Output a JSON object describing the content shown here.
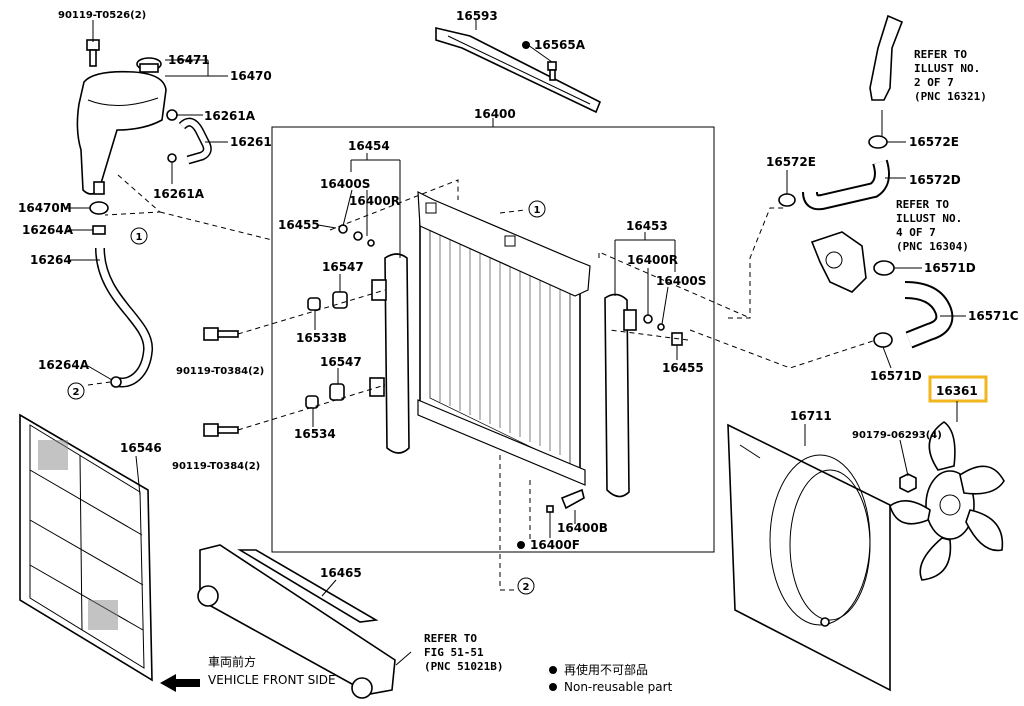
{
  "labels": {
    "p90119_t0526": "90119-T0526(2)",
    "p16471": "16471",
    "p16470": "16470",
    "p16261a_top": "16261A",
    "p16261": "16261",
    "p16261a_bot": "16261A",
    "p16470m": "16470M",
    "p16264a_top": "16264A",
    "p16264": "16264",
    "p16264a_bot": "16264A",
    "p16593": "16593",
    "p16565a": "16565A",
    "p16400": "16400",
    "p16454": "16454",
    "p16400s_l": "16400S",
    "p16400r_l": "16400R",
    "p16455_l": "16455",
    "p16547_top": "16547",
    "p16533b": "16533B",
    "p16547_bot": "16547",
    "p16534": "16534",
    "p90119_t0384_top": "90119-T0384(2)",
    "p90119_t0384_bot": "90119-T0384(2)",
    "p16453": "16453",
    "p16400r_r": "16400R",
    "p16400s_r": "16400S",
    "p16455_r": "16455",
    "p16400b": "16400B",
    "p16400f": "16400F",
    "p16546": "16546",
    "p16465": "16465",
    "p16572e_top": "16572E",
    "p16572e_left": "16572E",
    "p16572d": "16572D",
    "p16571d_top": "16571D",
    "p16571c": "16571C",
    "p16571d_bot": "16571D",
    "p16711": "16711",
    "p90179": "90179-06293(4)",
    "p16361": "16361"
  },
  "circles": {
    "c1_left": "1",
    "c1_right": "1",
    "c2_left": "2",
    "c2_bottom": "2"
  },
  "refs": {
    "ref_top": [
      "REFER TO",
      "ILLUST NO.",
      "2 OF 7",
      "(PNC 16321)"
    ],
    "ref_mid": [
      "REFER TO",
      "ILLUST NO.",
      "4 OF 7",
      "(PNC 16304)"
    ],
    "ref_fig": [
      "REFER TO",
      "FIG 51-51",
      "(PNC 51021B)"
    ]
  },
  "legend": {
    "vehicle_cn": "車両前方",
    "vehicle_en": "VEHICLE FRONT SIDE",
    "nonreusable_cn": "再使用不可部品",
    "nonreusable_en": "Non-reusable part"
  },
  "highlight_color": "#f2b51c"
}
